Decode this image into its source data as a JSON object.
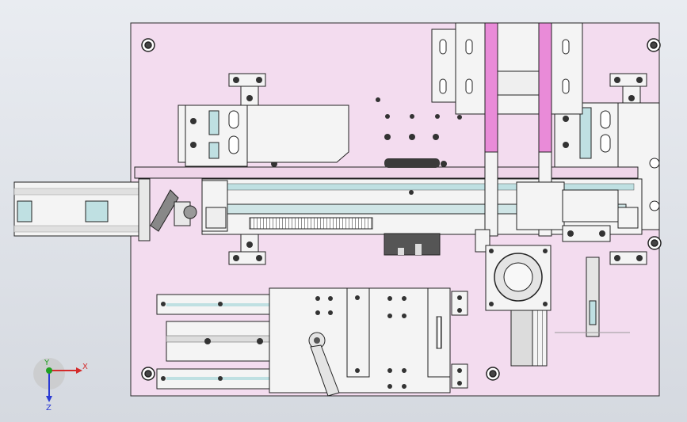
{
  "viewport": {
    "background_top": "#e9ecf1",
    "background_bottom": "#d5d9e0"
  },
  "model_colors": {
    "base_plate": "#f3dcef",
    "edge": "#2a2a2a",
    "steel": "#f4f4f4",
    "rail": "#bfe0e2",
    "dark_steel": "#5a5a5a",
    "magenta_strip": "#e98bd8",
    "gray_part": "#d2d2d2"
  },
  "triad": {
    "x_label": "X",
    "y_label": "Y",
    "z_label": "Z",
    "x_color": "#d42a2a",
    "y_color": "#20a020",
    "z_color": "#2a3ad4"
  }
}
